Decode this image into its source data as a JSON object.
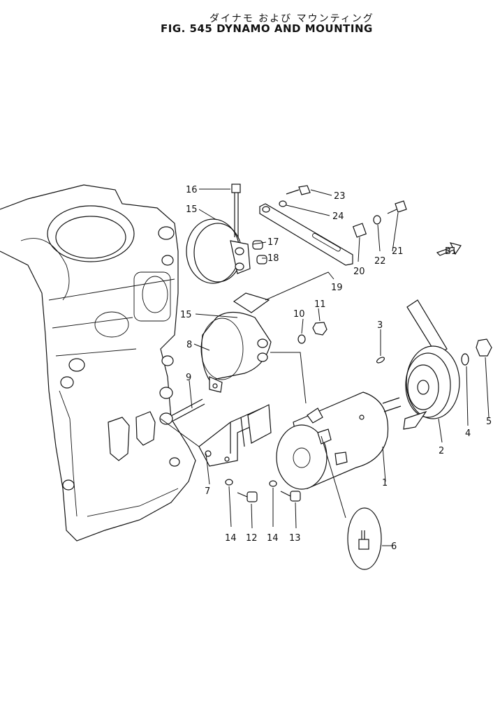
{
  "title": {
    "japanese": "ダイナモ および マウンティング",
    "english": "FIG. 545  DYNAMO  AND  MOUNTING"
  },
  "arrow_label": "B1",
  "callouts": [
    "1",
    "2",
    "3",
    "4",
    "5",
    "6",
    "7",
    "8",
    "9",
    "10",
    "11",
    "12",
    "13",
    "14",
    "14",
    "15",
    "15",
    "16",
    "17",
    "18",
    "19",
    "20",
    "21",
    "22",
    "23",
    "24"
  ]
}
